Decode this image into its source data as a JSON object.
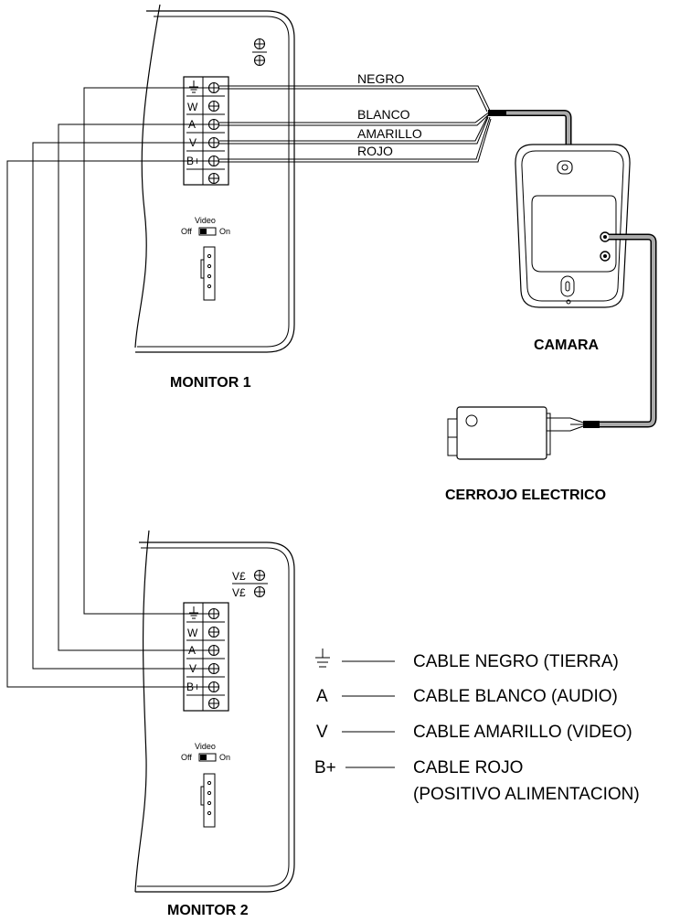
{
  "wires": {
    "negro": "NEGRO",
    "blanco": "BLANCO",
    "amarillo": "AMARILLO",
    "rojo": "ROJO"
  },
  "terminals": {
    "w": "W",
    "a": "A",
    "v": "V",
    "b": "B+"
  },
  "monitor1": {
    "title": "MONITOR 1",
    "switch_title": "Video",
    "switch_off": "Off",
    "switch_on": "On"
  },
  "monitor2": {
    "title": "MONITOR 2",
    "switch_title": "Video",
    "switch_off": "Off",
    "switch_on": "On",
    "screw_label_1": "V£",
    "screw_label_2": "V£"
  },
  "camera": {
    "title": "CAMARA"
  },
  "lock": {
    "title": "CERROJO ELECTRICO"
  },
  "legend": {
    "ground_text": "CABLE NEGRO (TIERRA)",
    "a_symbol": "A",
    "a_text": "CABLE BLANCO (AUDIO)",
    "v_symbol": "V",
    "v_text": "CABLE AMARILLO (VIDEO)",
    "b_symbol": "B+",
    "b_text_line1": "CABLE ROJO",
    "b_text_line2": "(POSITIVO ALIMENTACION)"
  }
}
